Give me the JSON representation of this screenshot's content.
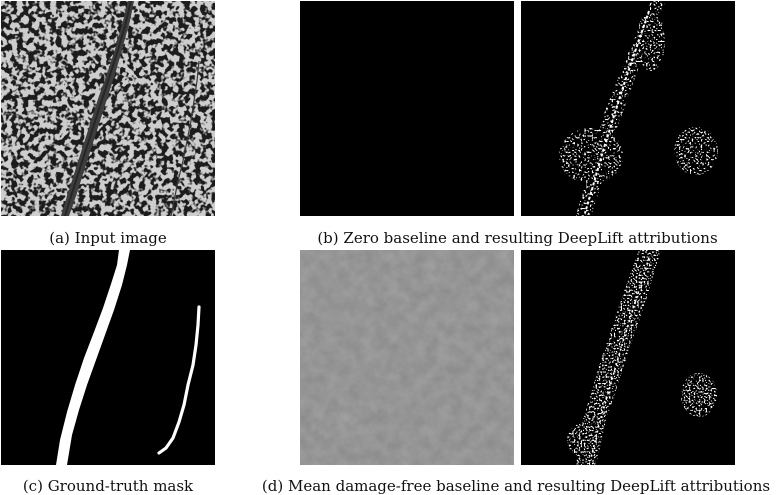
{
  "figure": {
    "captions": {
      "a": "(a) Input image",
      "b": "(b) Zero baseline and resulting DeepLift attributions",
      "c": "(c) Ground-truth mask",
      "d": "(d) Mean damage-free baseline and resulting DeepLift attributions"
    }
  }
}
